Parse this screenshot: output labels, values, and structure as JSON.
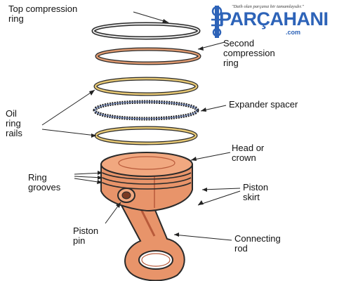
{
  "labels": {
    "top_ring": "Top compression\nring",
    "second_ring": "Second\ncompression\nring",
    "oil_ring_rails": "Oil\nring\nrails",
    "expander_spacer": "Expander spacer",
    "head_crown": "Head or\ncrown",
    "ring_grooves": "Ring\ngrooves",
    "piston_skirt": "Piston\nskirt",
    "piston_pin": "Piston\npin",
    "connecting_rod": "Connecting\nrod"
  },
  "logo": {
    "tagline": "\"Daih olan parçanız bir tamamlayıdır.\"",
    "name": "PARÇAHANI",
    "domain": ".com"
  },
  "colors": {
    "piston": "#e8946a",
    "piston_dark": "#b85a3a",
    "outline": "#2a2a2a",
    "rail": "#e7c874",
    "ring_copper": "#e09a70",
    "brand_blue": "#2d63b8"
  }
}
